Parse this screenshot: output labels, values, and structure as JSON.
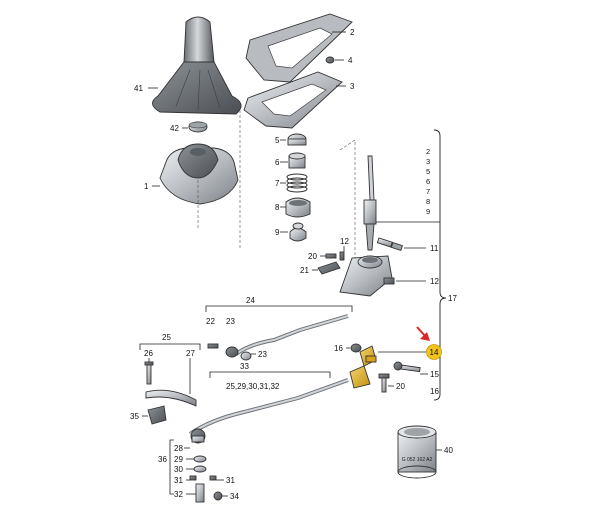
{
  "parts": {
    "p1": "1",
    "p2": "2",
    "p3": "3",
    "p4": "4",
    "p5": "5",
    "p6": "6",
    "p7": "7",
    "p8": "8",
    "p9": "9",
    "p11": "11",
    "p12a": "12",
    "p12b": "12",
    "p15": "15",
    "p16a": "16",
    "p16b": "16",
    "p17": "17",
    "p20a": "20",
    "p20b": "20",
    "p21": "21",
    "p22": "22",
    "p23a": "23",
    "p23b": "23",
    "p24": "24",
    "p25": "25",
    "p26": "26",
    "p27": "27",
    "p28": "28",
    "p29": "29",
    "p30": "30",
    "p31a": "31",
    "p31b": "31",
    "p32": "32",
    "p33": "33",
    "p34": "34",
    "p35": "35",
    "p36": "36",
    "p40": "40",
    "p41": "41",
    "p42": "42"
  },
  "group_17_list": [
    "2",
    "3",
    "5",
    "6",
    "7",
    "8",
    "9"
  ],
  "group_33_list": "25,29,30,31,32",
  "highlight": {
    "number": "14",
    "color": "#f2c31b",
    "arrow_color": "#d8262a"
  },
  "colors": {
    "part_fill": "#c9ccd0",
    "part_dark": "#6f7479",
    "highlight_part": "#e2b32a"
  },
  "can_label": "G 052 162 A2"
}
